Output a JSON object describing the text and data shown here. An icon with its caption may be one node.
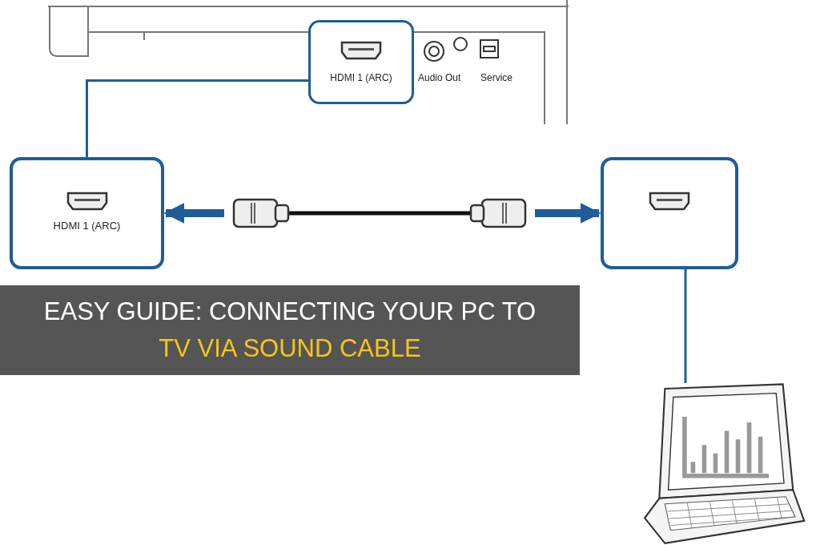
{
  "diagram": {
    "title": "EASY GUIDE: CONNECTING YOUR PC TO TV VIA SOUND CABLE",
    "nodes": [
      {
        "text": [],
        "shape": "picture"
      },
      {
        "text": [
          "HDMI 1 (ARC)"
        ],
        "in": 0
      },
      {
        "text": [
          "HDMI 1 (ARC)"
        ]
      },
      {
        "text": [],
        "shape": "box"
      },
      {
        "text": [],
        "shape": "picture"
      },
      {
        "text": [],
        "shape": "picture"
      }
    ],
    "edges": [
      {
        "from": 5,
        "to": 2,
        "arrow": "to",
        "style": "thick"
      },
      {
        "from": 5,
        "to": 3,
        "arrow": "to",
        "style": "thick"
      },
      {
        "from": 1,
        "to": 2,
        "arrow": "none"
      },
      {
        "from": 3,
        "to": 4,
        "arrow": "none"
      }
    ],
    "labels": [
      "Audio Out",
      "Service"
    ]
  }
}
